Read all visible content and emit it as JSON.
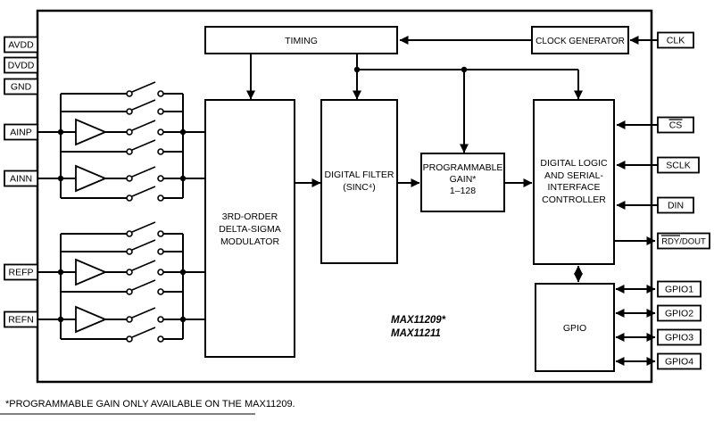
{
  "colors": {
    "ink": "#000000",
    "paper": "#ffffff"
  },
  "part": {
    "names": [
      "MAX11209*",
      "MAX11211"
    ]
  },
  "footnote": "*PROGRAMMABLE GAIN ONLY AVAILABLE ON THE MAX11209.",
  "pins": {
    "left": [
      "AVDD",
      "DVDD",
      "GND",
      "AINP",
      "AINN",
      "REFP",
      "REFN"
    ],
    "right": [
      "CLK",
      "CS",
      "SCLK",
      "DIN",
      "RDY/DOUT",
      "GPIO1",
      "GPIO2",
      "GPIO3",
      "GPIO4"
    ]
  },
  "blocks": {
    "timing": "TIMING",
    "clock_generator": "CLOCK GENERATOR",
    "modulator": [
      "3RD-ORDER",
      "DELTA-SIGMA",
      "MODULATOR"
    ],
    "digital_filter": [
      "DIGITAL FILTER",
      "(SINC⁴)"
    ],
    "programmable_gain": [
      "PROGRAMMABLE",
      "GAIN*",
      "1–128"
    ],
    "digital_logic": [
      "DIGITAL LOGIC",
      "AND SERIAL-",
      "INTERFACE",
      "CONTROLLER"
    ],
    "gpio": "GPIO"
  }
}
